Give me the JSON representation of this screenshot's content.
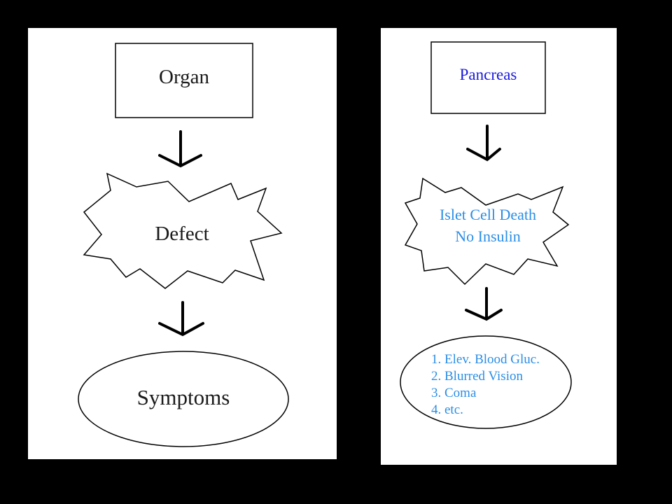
{
  "colors": {
    "background": "#000000",
    "panel": "#ffffff",
    "stroke": "#000000",
    "left_text": "#1a1a1a",
    "right_title": "#1a1adc",
    "right_text": "#2a8ee6"
  },
  "left_diagram": {
    "organ_label": "Organ",
    "defect_label": "Defect",
    "symptoms_label": "Symptoms"
  },
  "right_diagram": {
    "organ_label": "Pancreas",
    "defect_lines": [
      "Islet Cell Death",
      "No Insulin"
    ],
    "symptoms_items": [
      "1. Elev. Blood Gluc.",
      "2. Blurred Vision",
      "3. Coma",
      "4. etc."
    ]
  }
}
